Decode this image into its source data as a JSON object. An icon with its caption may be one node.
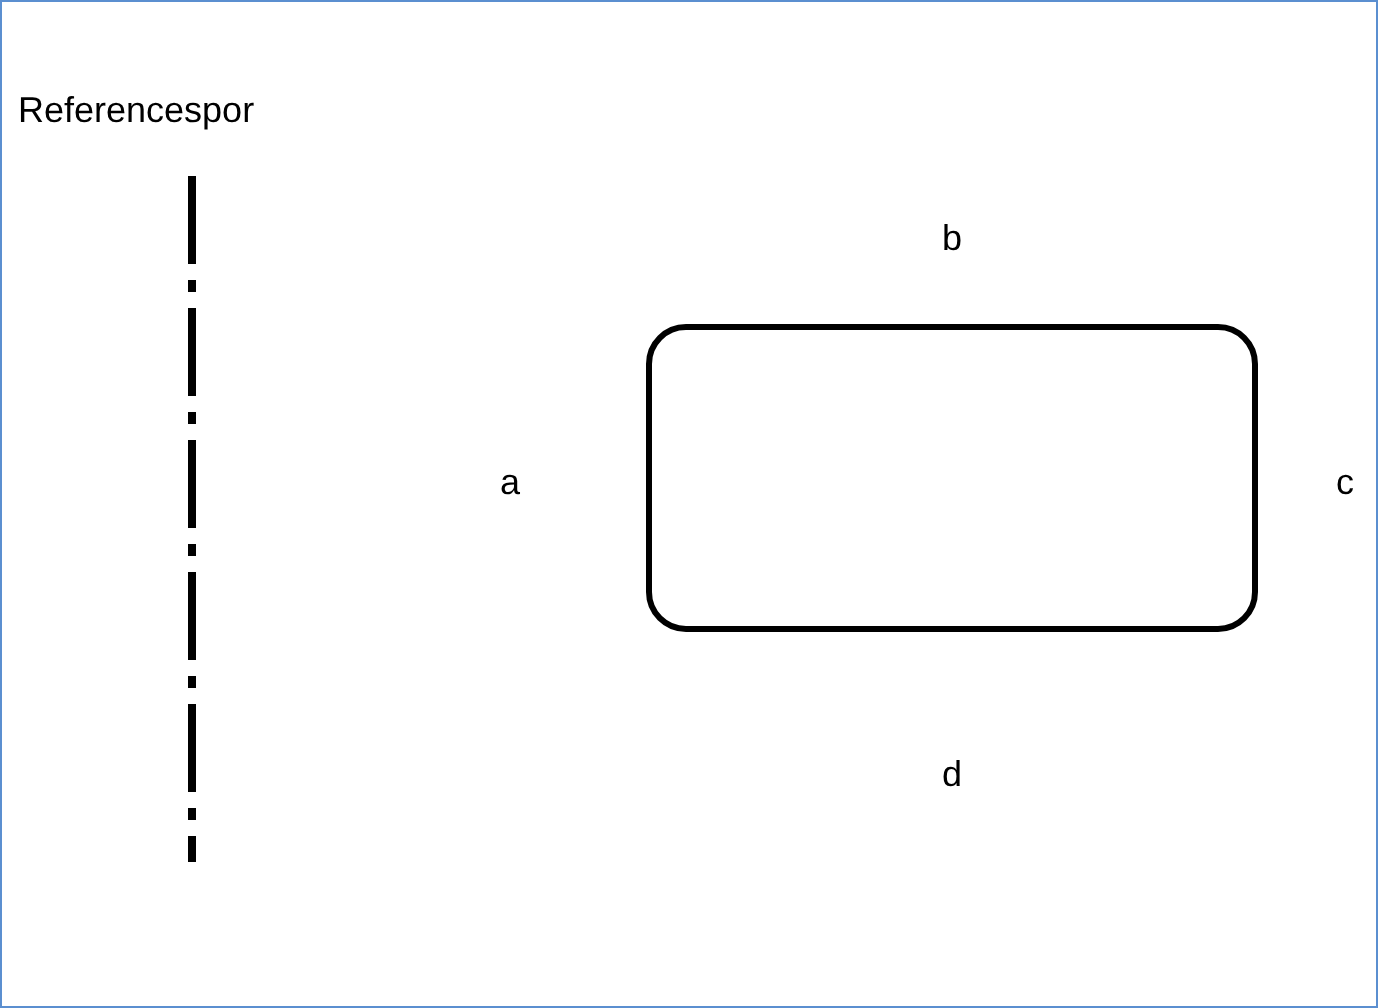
{
  "diagram": {
    "title": "Referencespor",
    "nodes": [
      {
        "text": [],
        "shape": "box"
      }
    ],
    "labels": [
      "b",
      "a",
      "c",
      "d"
    ]
  }
}
